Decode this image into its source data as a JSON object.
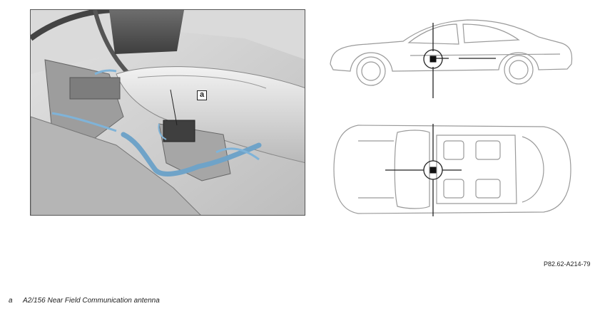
{
  "photo": {
    "callout": "a"
  },
  "reference_code": "P82.62-A214-79",
  "legend": [
    {
      "key": "a",
      "text": "A2/156 Near Field Communication antenna"
    }
  ]
}
